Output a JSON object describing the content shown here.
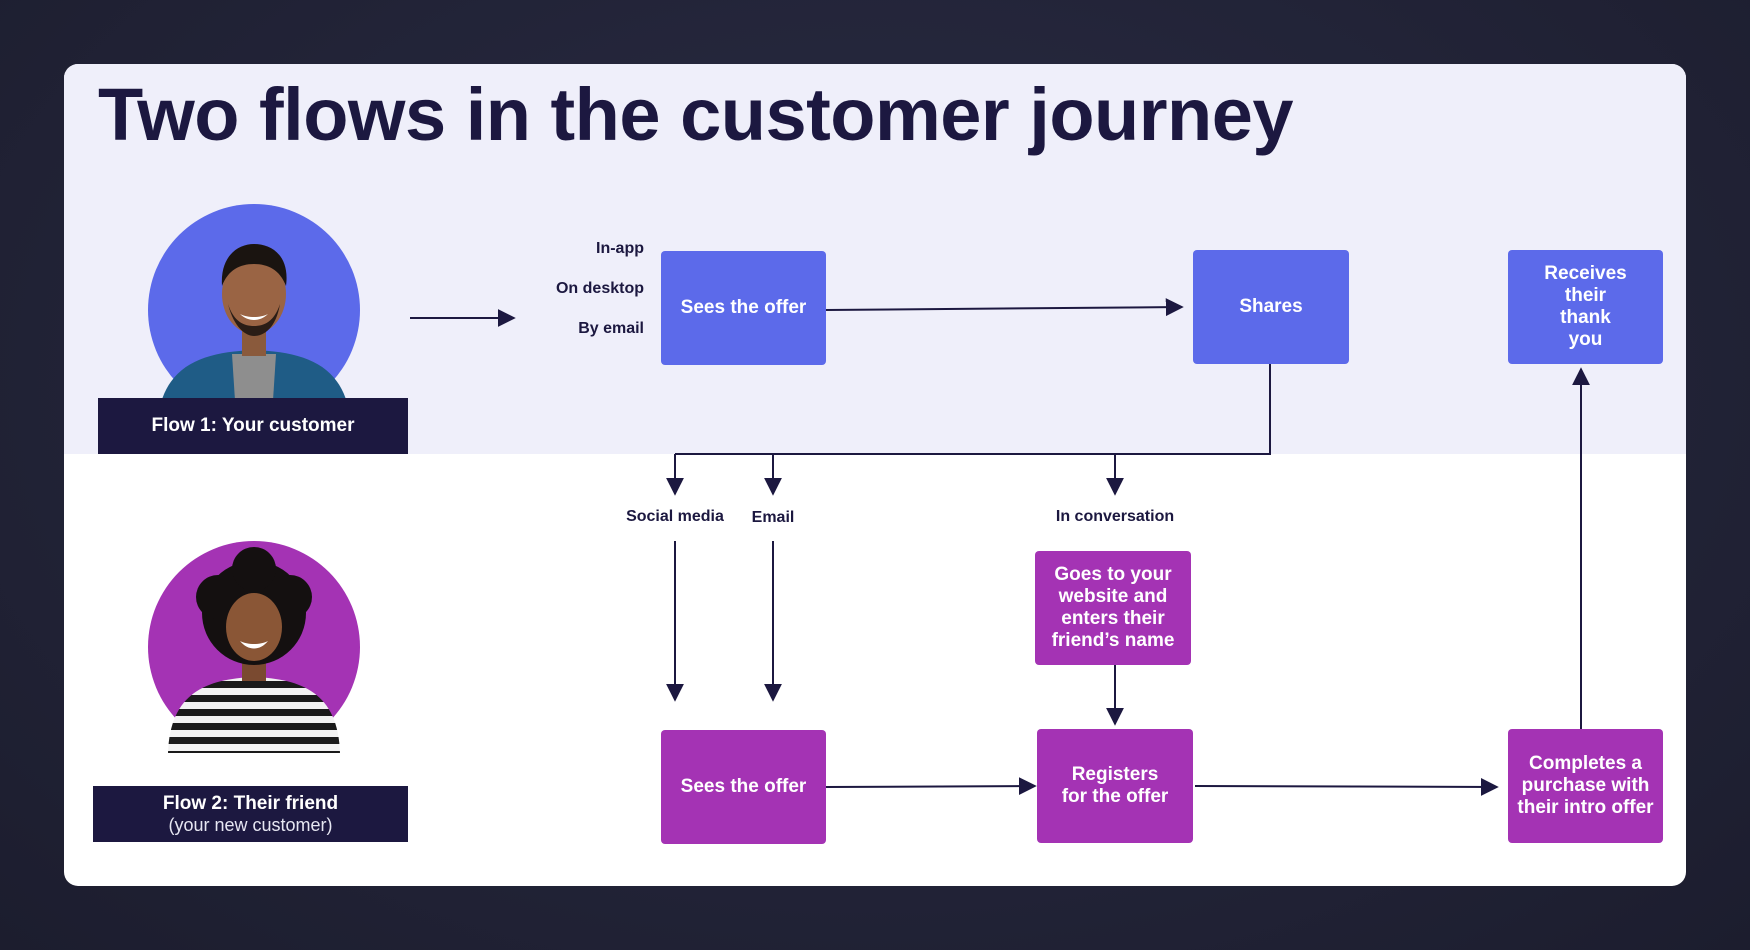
{
  "title": "Two flows in the customer journey",
  "colors": {
    "flow1": "#5c6aea",
    "flow2": "#a433b4",
    "ink": "#1c1840",
    "top_band": "#efeffa"
  },
  "flow1": {
    "caption": "Flow 1: Your customer",
    "channels": [
      "In-app",
      "On desktop",
      "By email"
    ],
    "nodes": {
      "sees_offer": "Sees the offer",
      "shares": "Shares",
      "receives_thanks": "Receives their thank you"
    }
  },
  "flow2": {
    "caption": "Flow 2: Their friend",
    "caption_sub": "(your new customer)",
    "channels": {
      "social": "Social media",
      "email": "Email",
      "conversation": "In conversation"
    },
    "nodes": {
      "sees_offer": "Sees the offer",
      "goes_to_site": "Goes to your website and enters their friend’s name",
      "registers": "Registers for the offer",
      "completes": "Completes a purchase with their intro offer"
    }
  },
  "icons": {
    "person1": "man-portrait-icon",
    "person2": "woman-portrait-icon"
  }
}
